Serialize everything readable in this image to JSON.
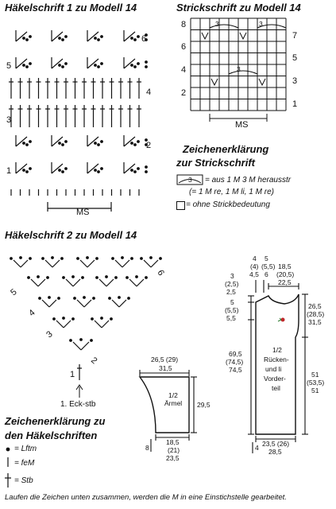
{
  "title_haekel1": "Häkelschrift 1 zu Modell 14",
  "title_strick": "Strickschrift zu Modell 14",
  "title_haekel2": "Häkelschrift 2 zu Modell 14",
  "haekel1": {
    "rows": [
      "6",
      "5",
      "4",
      "3",
      "2",
      "1"
    ],
    "ms": "MS"
  },
  "strick": {
    "rows_left": [
      "8",
      "6",
      "4",
      "2"
    ],
    "rows_right": [
      "7",
      "5",
      "3",
      "1"
    ],
    "cell_label": "3",
    "ms": "MS"
  },
  "strick_legend": {
    "title_line1": "Zeichenerklärung",
    "title_line2": "zur Strickschrift",
    "sym_label": "3",
    "item1_line1": "= aus 1 M 3 M herausstr",
    "item1_line2": "(= 1 M re, 1 M li, 1 M re)",
    "item2": "= ohne Strickbedeutung"
  },
  "haekel2": {
    "rows": [
      "6",
      "5",
      "4",
      "3",
      "2",
      "1"
    ],
    "start": "1. Eck-stb"
  },
  "haekel_legend": {
    "title_line1": "Zeichenerklärung zu",
    "title_line2": "den Häkelschriften",
    "item1": "= Lftm",
    "item2": "= feM",
    "item3": "= Stb"
  },
  "sleeve": {
    "top": "26,5 (29)",
    "top2": "31,5",
    "side": "29,5",
    "label1": "1/2",
    "label2": "Ärmel",
    "bottom1": "18,5",
    "bottom2": "(21)",
    "bottom3": "23,5",
    "cuff": "8"
  },
  "body": {
    "shoulder1": "4",
    "shoulder2": "(4)",
    "shoulder3": "4,5",
    "neck1": "5",
    "neck2": "(5,5)",
    "neck3": "6",
    "top1": "18,5",
    "top2": "(20,5)",
    "top3": "22,5",
    "left_a1": "3",
    "left_a2": "(2,5)",
    "left_a3": "2,5",
    "left_b1": "5",
    "left_b2": "(5,5)",
    "left_b3": "5,5",
    "left_c1": "69,5",
    "left_c2": "(74,5)",
    "left_c3": "74,5",
    "right_a1": "26,5",
    "right_a2": "(28,5)",
    "right_a3": "31,5",
    "right_b1": "51",
    "right_b2": "(53,5)",
    "right_b3": "51",
    "label1": "1/2",
    "label2": "Rücken-",
    "label3": "und li",
    "label4": "Vorder-",
    "label5": "teil",
    "bottom1": "23,5 (26)",
    "bottom2": "28,5",
    "hem": "4"
  },
  "footer": "Laufen die Zeichen unten zusammen, werden die M in eine Einstichstelle gearbeitet."
}
